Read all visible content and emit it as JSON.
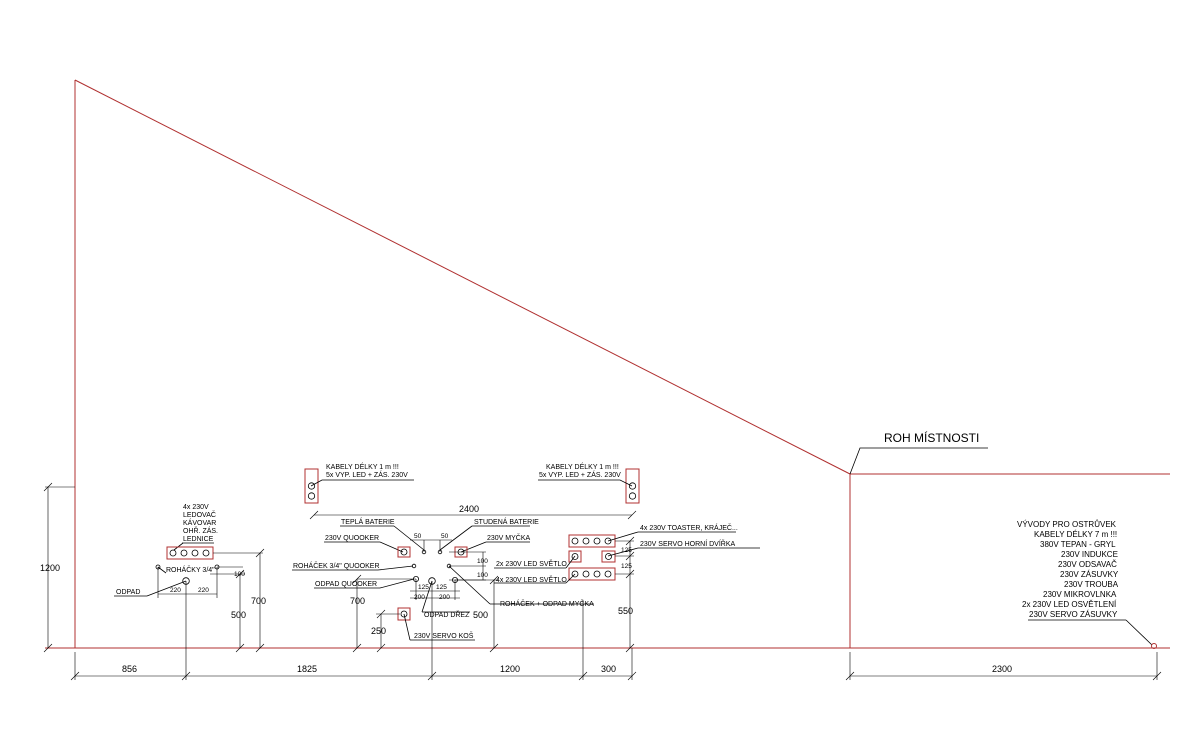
{
  "corner_label": "ROH MÍSTNOSTI",
  "cables_note": {
    "line1": "KABELY DÉLKY 1 m !!!",
    "line2": "5x VYP. LED + ZÁS. 230V"
  },
  "left_appliances": [
    "4x 230V",
    "LEDOVAČ",
    "KÁVOVAR",
    "OHŘ. ZÁS.",
    "LEDNICE"
  ],
  "labels": {
    "rohacky": "ROHÁČKY 3/4\"",
    "odpad_left": "ODPAD",
    "tepla_baterie": "TEPLÁ BATERIE",
    "studena_baterie": "STUDENÁ BATERIE",
    "quooker_230": "230V QUOOKER",
    "mycka_230": "230V MYČKA",
    "rohacek_quooker": "ROHÁČEK 3/4\" QUOOKER",
    "odpad_quooker": "ODPAD QUOOKER",
    "odpad_drez": "ODPAD DŘEZ",
    "servo_kos": "230V SERVO KOŠ",
    "rohacek_odpad_mycka": "ROHÁČEK + ODPAD MYČKA",
    "toaster": "4x 230V TOASTER, KRÁJEČ...",
    "servo_horni": "230V SERVO HORNÍ DVÍŘKA",
    "led_2x": "2x 230V LED SVĚTLO",
    "led_4x": "4x 230V LED SVĚTLO"
  },
  "island": [
    "VÝVODY PRO OSTRŮVEK",
    "KABELY DÉLKY 7 m !!!",
    "380V TEPAN - GRYL",
    "230V INDUKCE",
    "230V ODSAVAČ",
    "230V ZÁSUVKY",
    "230V TROUBA",
    "230V MIKROVLNKA",
    "2x 230V LED OSVĚTLENÍ",
    "230V SERVO ZÁSUVKY"
  ],
  "dims": {
    "d1200v": "1200",
    "d2400": "2400",
    "d100a": "100",
    "d220a": "220",
    "d220b": "220",
    "d500a": "500",
    "d700a": "700",
    "d50a": "50",
    "d50b": "50",
    "d100b": "100",
    "d100c": "100",
    "d125a": "125",
    "d125b": "125",
    "d200a": "200",
    "d200b": "200",
    "d700b": "700",
    "d250": "250",
    "d500b": "500",
    "d125c": "125",
    "d125d": "125",
    "d550": "550",
    "d856": "856",
    "d1825": "1825",
    "d1200h": "1200",
    "d300": "300",
    "d2300": "2300"
  }
}
